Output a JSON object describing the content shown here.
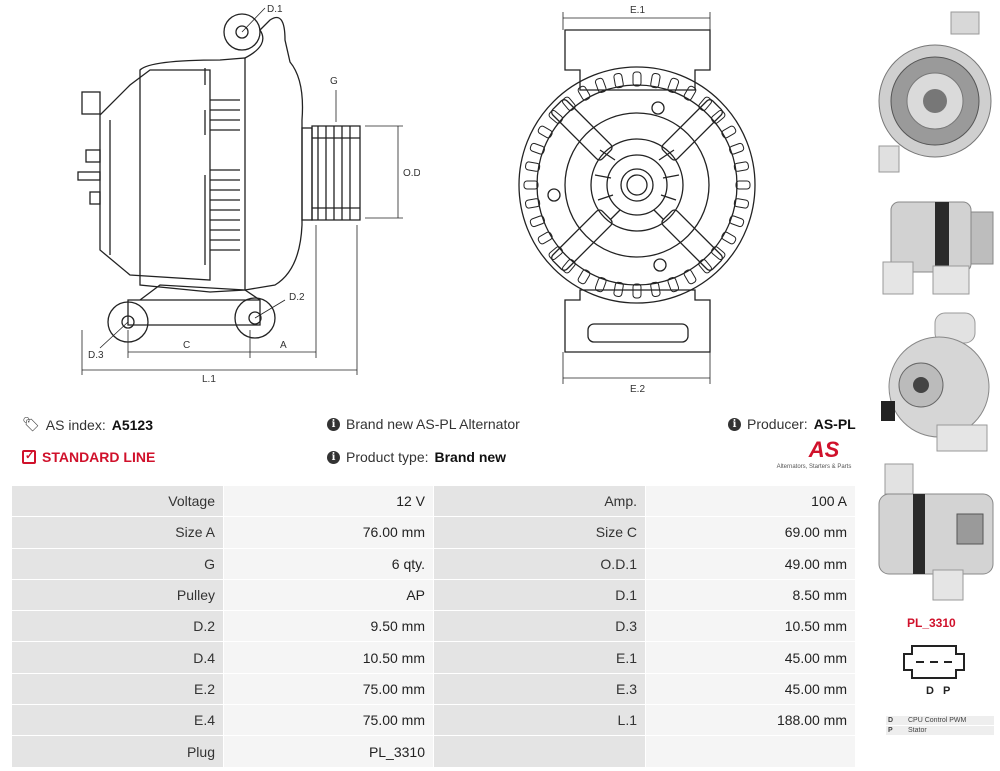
{
  "drawing": {
    "labels": {
      "d1": "D.1",
      "g": "G",
      "od1": "O.D.1",
      "d2": "D.2",
      "d3": "D.3",
      "c": "C",
      "a": "A",
      "l1": "L.1",
      "e1": "E.1",
      "e2": "E.2"
    }
  },
  "info": {
    "as_index_label": "AS index:",
    "as_index_value": "A5123",
    "standard_line": "STANDARD LINE",
    "brand_text": "Brand new AS-PL Alternator",
    "product_type_label": "Product type:",
    "product_type_value": "Brand new",
    "producer_label": "Producer:",
    "producer_value": "AS-PL"
  },
  "logo": {
    "mark": "AS",
    "tagline": "Alternators, Starters & Parts"
  },
  "specs": [
    [
      "Voltage",
      "12 V",
      "Amp.",
      "100 A"
    ],
    [
      "Size A",
      "76.00 mm",
      "Size C",
      "69.00 mm"
    ],
    [
      "G",
      "6 qty.",
      "O.D.1",
      "49.00 mm"
    ],
    [
      "Pulley",
      "AP",
      "D.1",
      "8.50 mm"
    ],
    [
      "D.2",
      "9.50 mm",
      "D.3",
      "10.50 mm"
    ],
    [
      "D.4",
      "10.50 mm",
      "E.1",
      "45.00 mm"
    ],
    [
      "E.2",
      "75.00 mm",
      "E.3",
      "45.00 mm"
    ],
    [
      "E.4",
      "75.00 mm",
      "L.1",
      "188.00 mm"
    ],
    [
      "Plug",
      "PL_3310",
      "",
      ""
    ]
  ],
  "plug": {
    "code": "PL_3310",
    "pins": "D P",
    "legend": [
      {
        "pin": "D",
        "desc": "CPU Control PWM"
      },
      {
        "pin": "P",
        "desc": "Stator"
      }
    ]
  },
  "colors": {
    "accent": "#d0112b"
  }
}
